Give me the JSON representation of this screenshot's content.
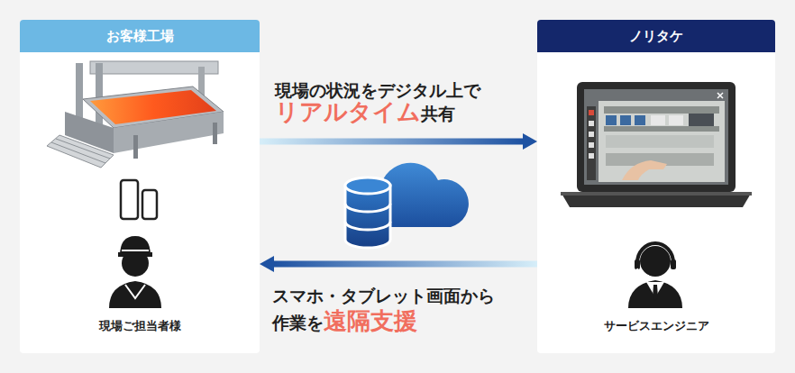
{
  "diagram": {
    "nodes": [
      {
        "text": [
          "お客様工場",
          "現場ご担当者様"
        ]
      },
      {
        "text": [
          "ノリタケ",
          "サービスエンジニア"
        ]
      }
    ],
    "edges": [
      {
        "from": 0,
        "to": 1,
        "arrow": "to"
      },
      {
        "from": 1,
        "to": 0,
        "arrow": "to"
      }
    ],
    "labels": [
      "現場の状況をデジタル上で",
      "リアルタイム",
      "共有",
      "スマホ・タブレット画面から",
      "作業を",
      "遠隔支援"
    ]
  }
}
